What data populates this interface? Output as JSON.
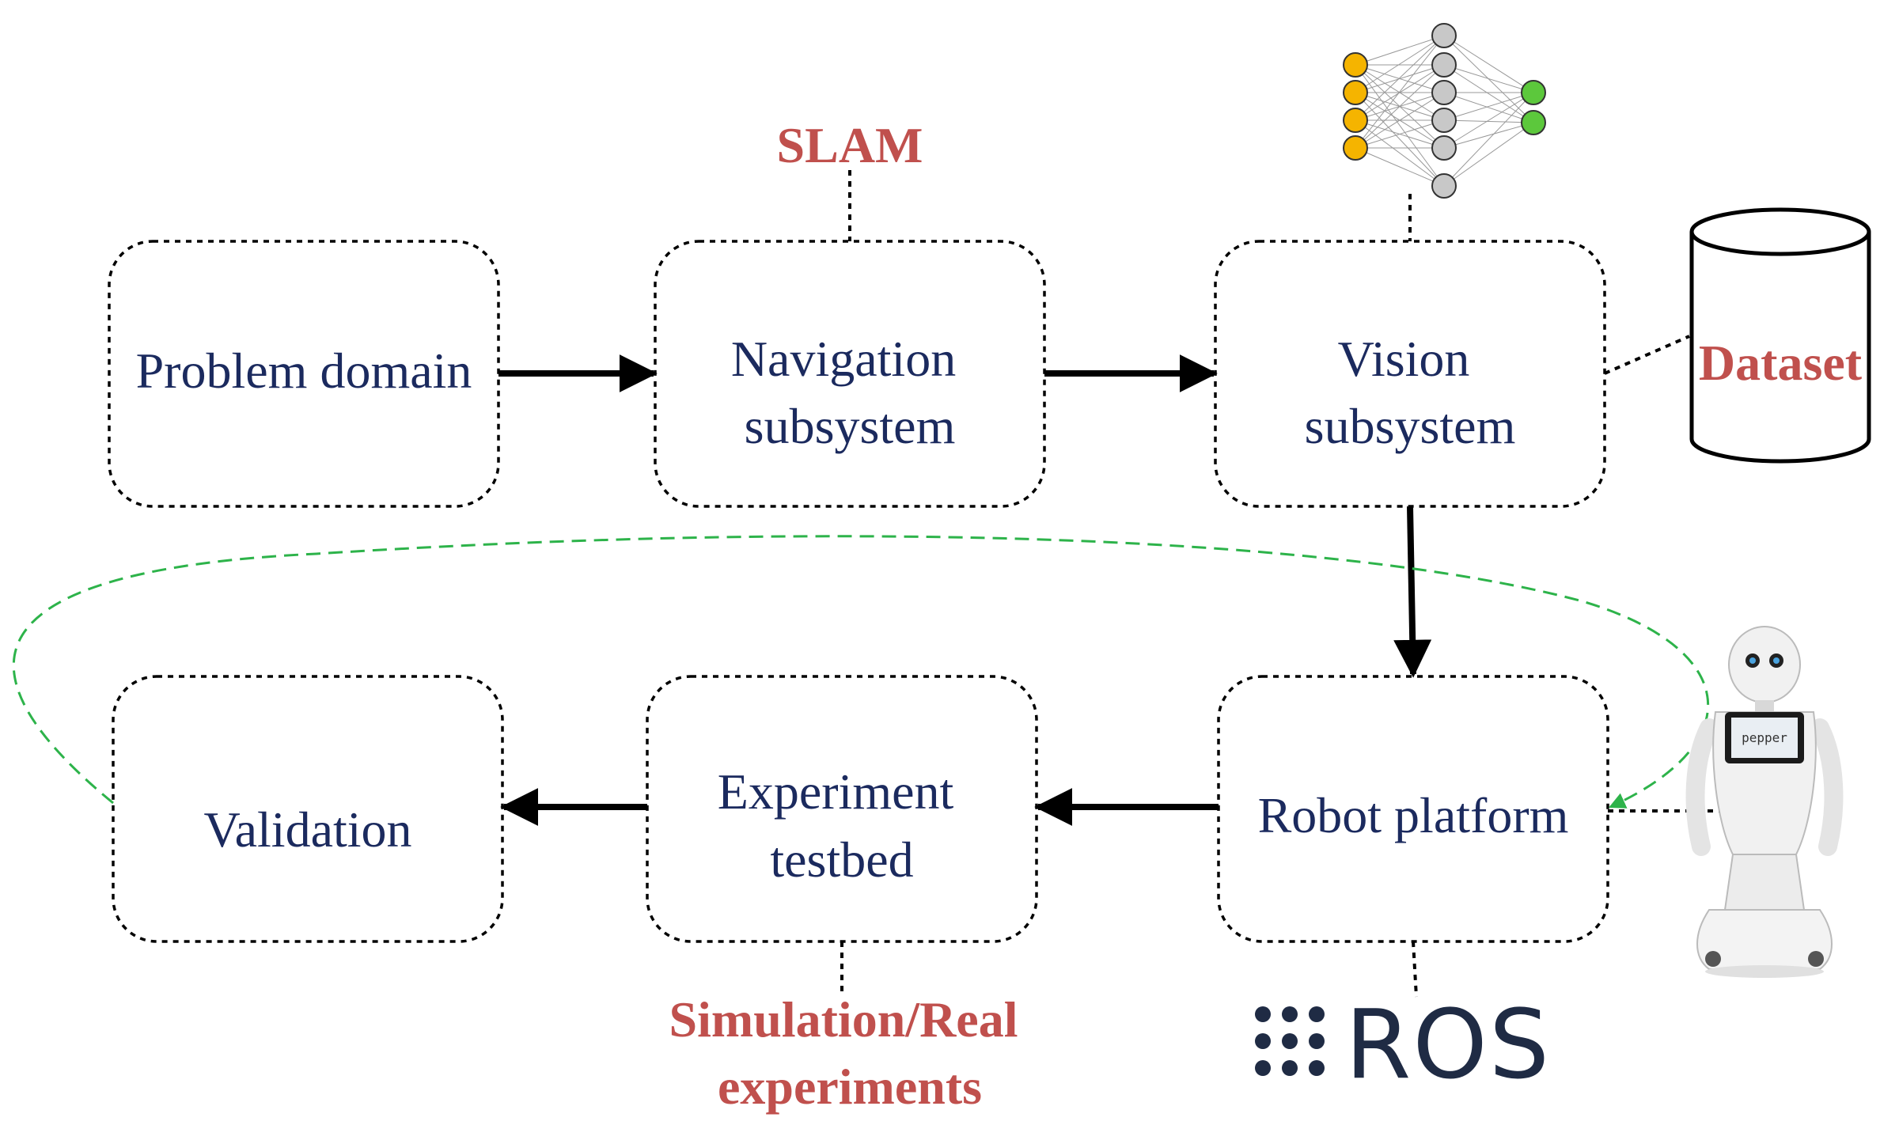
{
  "boxes": {
    "problem_domain": [
      "Problem domain"
    ],
    "navigation": [
      "Navigation",
      "subsystem"
    ],
    "vision": [
      "Vision",
      "subsystem"
    ],
    "robot_platform": [
      "Robot platform"
    ],
    "experiment": [
      "Experiment",
      "testbed"
    ],
    "validation": [
      "Validation"
    ]
  },
  "annotations": {
    "slam": "SLAM",
    "dataset": "Dataset",
    "simulation_line1": "Simulation/Real",
    "simulation_line2": "experiments",
    "ros": "ROS",
    "robot_screen": "pepper"
  },
  "colors": {
    "box_text": "#1b2a5e",
    "annotation_text": "#c0504d",
    "feedback_arrow": "#2db34a",
    "input_nodes": "#f5b400",
    "hidden_nodes": "#c8c8c8",
    "output_nodes": "#5cc83c",
    "ros_logo": "#1f2b44"
  },
  "icons": {
    "neural_network": "neural-network-icon",
    "dataset": "database-cylinder-icon",
    "robot": "pepper-robot-icon",
    "ros_logo": "ros-logo-icon"
  }
}
